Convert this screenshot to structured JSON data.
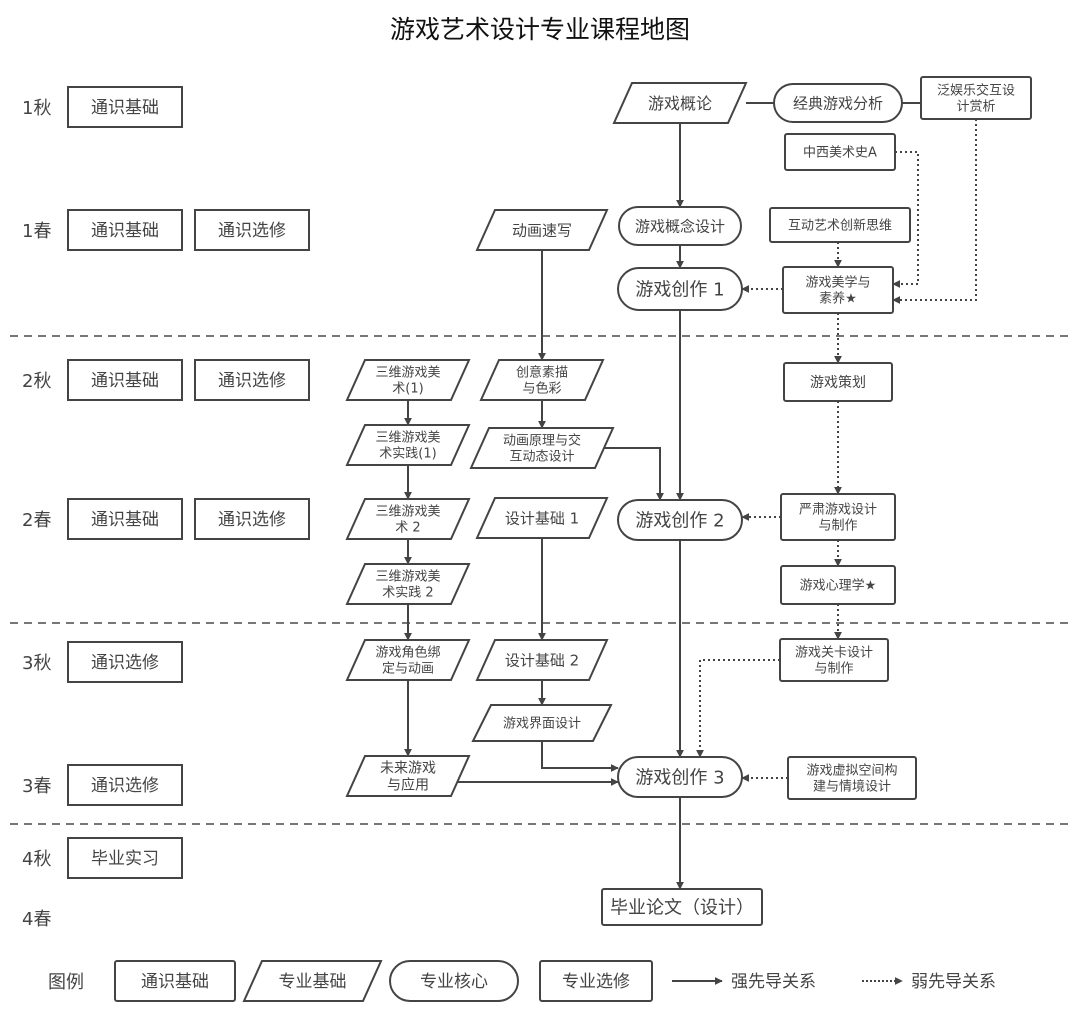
{
  "title": "游戏艺术设计专业课程地图",
  "semesters": [
    "1秋",
    "1春",
    "2秋",
    "2春",
    "3秋",
    "3春",
    "4秋",
    "4春"
  ],
  "general": [
    {
      "sem": "1秋",
      "items": [
        "通识基础"
      ]
    },
    {
      "sem": "1春",
      "items": [
        "通识基础",
        "通识选修"
      ]
    },
    {
      "sem": "2秋",
      "items": [
        "通识基础",
        "通识选修"
      ]
    },
    {
      "sem": "2春",
      "items": [
        "通识基础",
        "通识选修"
      ]
    },
    {
      "sem": "3秋",
      "items": [
        "通识选修"
      ]
    },
    {
      "sem": "3春",
      "items": [
        "通识选修"
      ]
    },
    {
      "sem": "4秋",
      "items": [
        "毕业实习"
      ]
    }
  ],
  "nodes": {
    "gaming_intro": {
      "type": "foundation",
      "lines": [
        "游戏概论"
      ]
    },
    "classic_analysis": {
      "type": "core",
      "lines": [
        "经典游戏分析"
      ]
    },
    "pan_ent": {
      "type": "elective",
      "lines": [
        "泛娱乐交互设",
        "计赏析"
      ]
    },
    "art_history": {
      "type": "elective",
      "lines": [
        "中西美术史A"
      ]
    },
    "anim_sketch": {
      "type": "foundation",
      "lines": [
        "动画速写"
      ]
    },
    "concept_design": {
      "type": "core",
      "lines": [
        "游戏概念设计"
      ]
    },
    "interactive_art": {
      "type": "elective",
      "lines": [
        "互动艺术创新思维"
      ]
    },
    "creation1": {
      "type": "core",
      "lines": [
        "游戏创作 1"
      ]
    },
    "aesthetics": {
      "type": "elective",
      "lines": [
        "游戏美学与",
        "素养★"
      ]
    },
    "art3d_1": {
      "type": "foundation",
      "lines": [
        "三维游戏美",
        "术(1)"
      ]
    },
    "creative_sketch": {
      "type": "foundation",
      "lines": [
        "创意素描",
        "与色彩"
      ]
    },
    "planning": {
      "type": "elective",
      "lines": [
        "游戏策划"
      ]
    },
    "art3d_prac1": {
      "type": "foundation",
      "lines": [
        "三维游戏美",
        "术实践(1)"
      ]
    },
    "anim_principle": {
      "type": "foundation",
      "lines": [
        "动画原理与交",
        "互动态设计"
      ]
    },
    "art3d_2": {
      "type": "foundation",
      "lines": [
        "三维游戏美",
        "术 2"
      ]
    },
    "design_basic1": {
      "type": "foundation",
      "lines": [
        "设计基础 1"
      ]
    },
    "creation2": {
      "type": "core",
      "lines": [
        "游戏创作 2"
      ]
    },
    "serious_games": {
      "type": "elective",
      "lines": [
        "严肃游戏设计",
        "与制作"
      ]
    },
    "art3d_prac2": {
      "type": "foundation",
      "lines": [
        "三维游戏美",
        "术实践 2"
      ]
    },
    "psychology": {
      "type": "elective",
      "lines": [
        "游戏心理学★"
      ]
    },
    "rigging": {
      "type": "foundation",
      "lines": [
        "游戏角色绑",
        "定与动画"
      ]
    },
    "design_basic2": {
      "type": "foundation",
      "lines": [
        "设计基础 2"
      ]
    },
    "level_design": {
      "type": "elective",
      "lines": [
        "游戏关卡设计",
        "与制作"
      ]
    },
    "ui_design": {
      "type": "foundation",
      "lines": [
        "游戏界面设计"
      ]
    },
    "future_games": {
      "type": "foundation",
      "lines": [
        "未来游戏",
        "与应用"
      ]
    },
    "creation3": {
      "type": "core",
      "lines": [
        "游戏创作 3"
      ]
    },
    "virtual_space": {
      "type": "elective",
      "lines": [
        "游戏虚拟空间构",
        "建与情境设计"
      ]
    },
    "thesis": {
      "type": "elective",
      "lines": [
        "毕业论文（设计）"
      ]
    }
  },
  "edges": [
    {
      "from": "gaming_intro",
      "to": "concept_design",
      "kind": "strong"
    },
    {
      "from": "concept_design",
      "to": "creation1",
      "kind": "strong"
    },
    {
      "from": "gaming_intro",
      "to": "classic_analysis",
      "kind": "line"
    },
    {
      "from": "classic_analysis",
      "to": "pan_ent",
      "kind": "line"
    },
    {
      "from": "art_history",
      "to": "aesthetics",
      "kind": "weak"
    },
    {
      "from": "pan_ent",
      "to": "aesthetics",
      "kind": "weak"
    },
    {
      "from": "interactive_art",
      "to": "aesthetics",
      "kind": "weak"
    },
    {
      "from": "aesthetics",
      "to": "creation1",
      "kind": "weak"
    },
    {
      "from": "aesthetics",
      "to": "planning",
      "kind": "weak"
    },
    {
      "from": "anim_sketch",
      "to": "creative_sketch",
      "kind": "strong"
    },
    {
      "from": "creative_sketch",
      "to": "anim_principle",
      "kind": "strong"
    },
    {
      "from": "anim_principle",
      "to": "creation2",
      "kind": "strong"
    },
    {
      "from": "creation1",
      "to": "creation2",
      "kind": "strong"
    },
    {
      "from": "planning",
      "to": "serious_games",
      "kind": "weak"
    },
    {
      "from": "serious_games",
      "to": "creation2",
      "kind": "weak"
    },
    {
      "from": "serious_games",
      "to": "psychology",
      "kind": "weak"
    },
    {
      "from": "psychology",
      "to": "level_design",
      "kind": "weak"
    },
    {
      "from": "art3d_1",
      "to": "art3d_prac1",
      "kind": "strong"
    },
    {
      "from": "art3d_prac1",
      "to": "art3d_2",
      "kind": "strong"
    },
    {
      "from": "art3d_2",
      "to": "art3d_prac2",
      "kind": "strong"
    },
    {
      "from": "art3d_prac2",
      "to": "rigging",
      "kind": "strong"
    },
    {
      "from": "rigging",
      "to": "future_games",
      "kind": "strong"
    },
    {
      "from": "design_basic1",
      "to": "design_basic2",
      "kind": "strong"
    },
    {
      "from": "design_basic2",
      "to": "ui_design",
      "kind": "strong"
    },
    {
      "from": "ui_design",
      "to": "creation3",
      "kind": "strong"
    },
    {
      "from": "future_games",
      "to": "creation3",
      "kind": "strong"
    },
    {
      "from": "creation2",
      "to": "creation3",
      "kind": "strong"
    },
    {
      "from": "level_design",
      "to": "creation3",
      "kind": "weak"
    },
    {
      "from": "virtual_space",
      "to": "creation3",
      "kind": "weak"
    },
    {
      "from": "creation3",
      "to": "thesis",
      "kind": "strong"
    }
  ],
  "legend": {
    "label": "图例",
    "items": [
      {
        "type": "general",
        "label": "通识基础"
      },
      {
        "type": "foundation",
        "label": "专业基础"
      },
      {
        "type": "core",
        "label": "专业核心"
      },
      {
        "type": "elective",
        "label": "专业选修"
      }
    ],
    "strong": "强先导关系",
    "weak": "弱先导关系"
  },
  "colors": {
    "stroke": "#444444",
    "text": "#444444",
    "divider": "#777777"
  }
}
